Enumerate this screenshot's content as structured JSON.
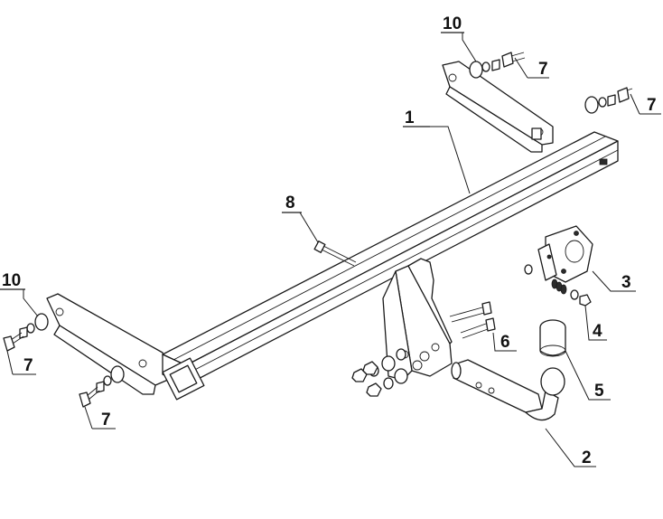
{
  "callouts": [
    {
      "id": "c1",
      "text": "1"
    },
    {
      "id": "c2",
      "text": "2"
    },
    {
      "id": "c3",
      "text": "3"
    },
    {
      "id": "c4",
      "text": "4"
    },
    {
      "id": "c5",
      "text": "5"
    },
    {
      "id": "c6",
      "text": "6"
    },
    {
      "id": "c7a",
      "text": "7"
    },
    {
      "id": "c7b",
      "text": "7"
    },
    {
      "id": "c7c",
      "text": "7"
    },
    {
      "id": "c7d",
      "text": "7"
    },
    {
      "id": "c8",
      "text": "8"
    },
    {
      "id": "c10a",
      "text": "10"
    },
    {
      "id": "c10b",
      "text": "10"
    }
  ]
}
